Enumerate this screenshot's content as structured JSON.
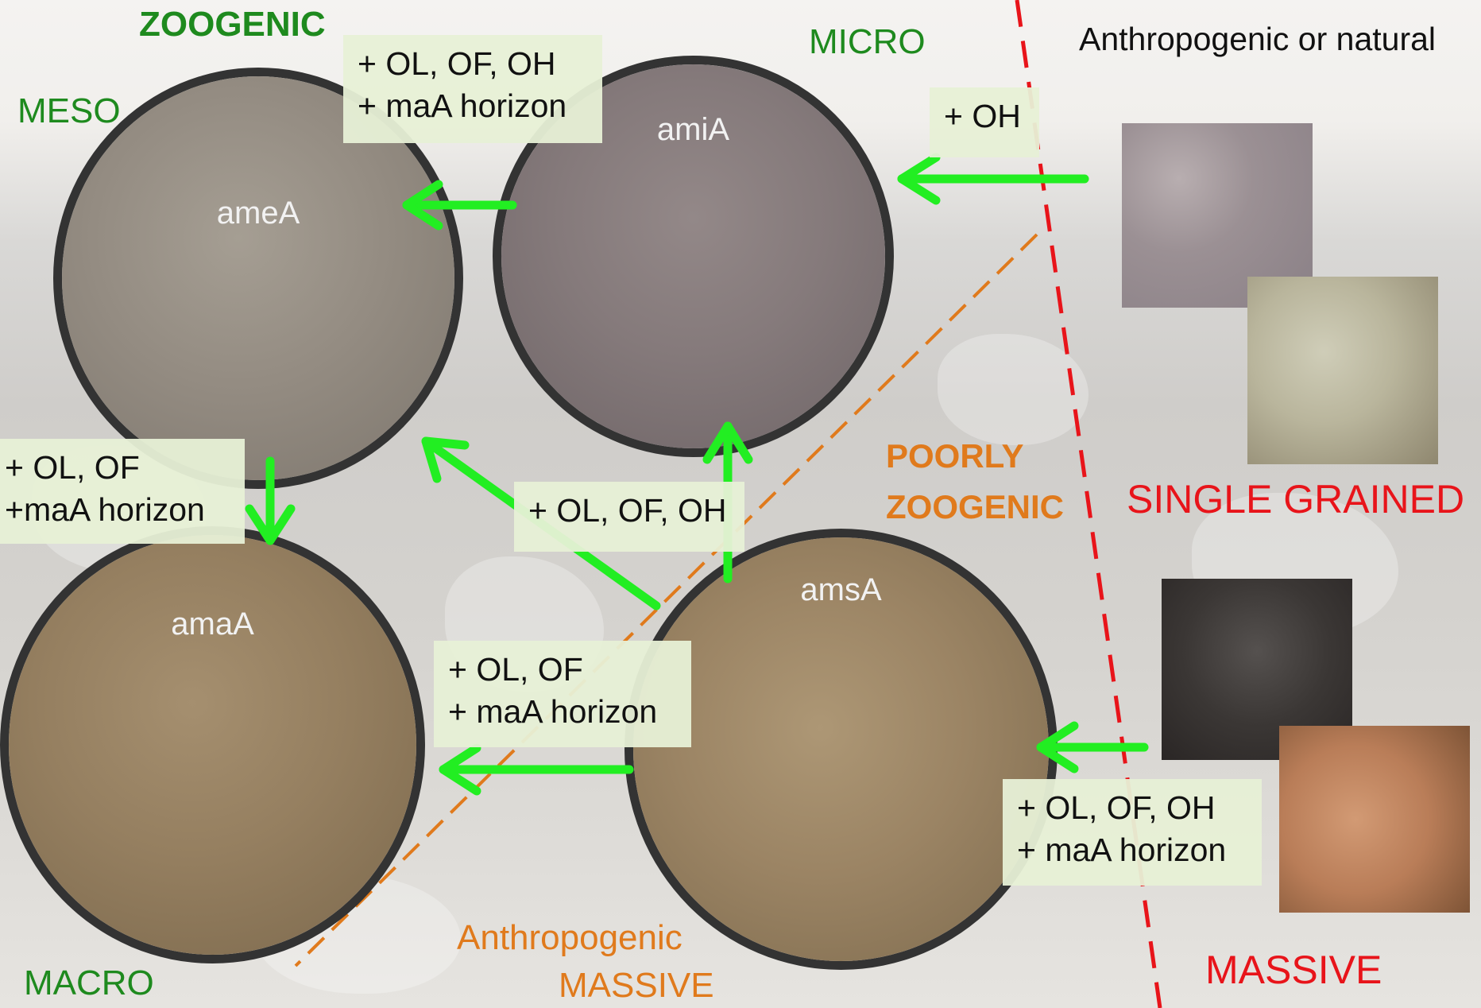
{
  "labels": {
    "zoogenic": "ZOOGENIC",
    "micro": "MICRO",
    "meso": "MESO",
    "macro": "MACRO",
    "anthropogenic_or_natural": "Anthropogenic or natural",
    "poorly_zoogenic_line1": "POORLY",
    "poorly_zoogenic_line2": "ZOOGENIC",
    "single_grained": "SINGLE GRAINED",
    "massive": "MASSIVE",
    "anthropogenic_massive_line1": "Anthropogenic",
    "anthropogenic_massive_line2": "MASSIVE"
  },
  "circles": {
    "amea": "ameA",
    "amia": "amiA",
    "amaa": "amaA",
    "amsa": "amsA"
  },
  "boxes": {
    "top_center": [
      "+ OL, OF, OH",
      "+ maA horizon"
    ],
    "top_right": [
      "+ OH"
    ],
    "left_mid": [
      "+ OL, OF",
      "+maA horizon"
    ],
    "center": [
      "+ OL, OF, OH"
    ],
    "bottom_center": [
      "+ OL, OF",
      "+ maA horizon"
    ],
    "bottom_right": [
      "+ OL, OF, OH",
      "+ maA horizon"
    ]
  },
  "colors": {
    "arrow": "#22ee22",
    "red_line": "#e8141a",
    "orange_line": "#e07a1c",
    "zoogenic_green": "#1e8a1e"
  }
}
